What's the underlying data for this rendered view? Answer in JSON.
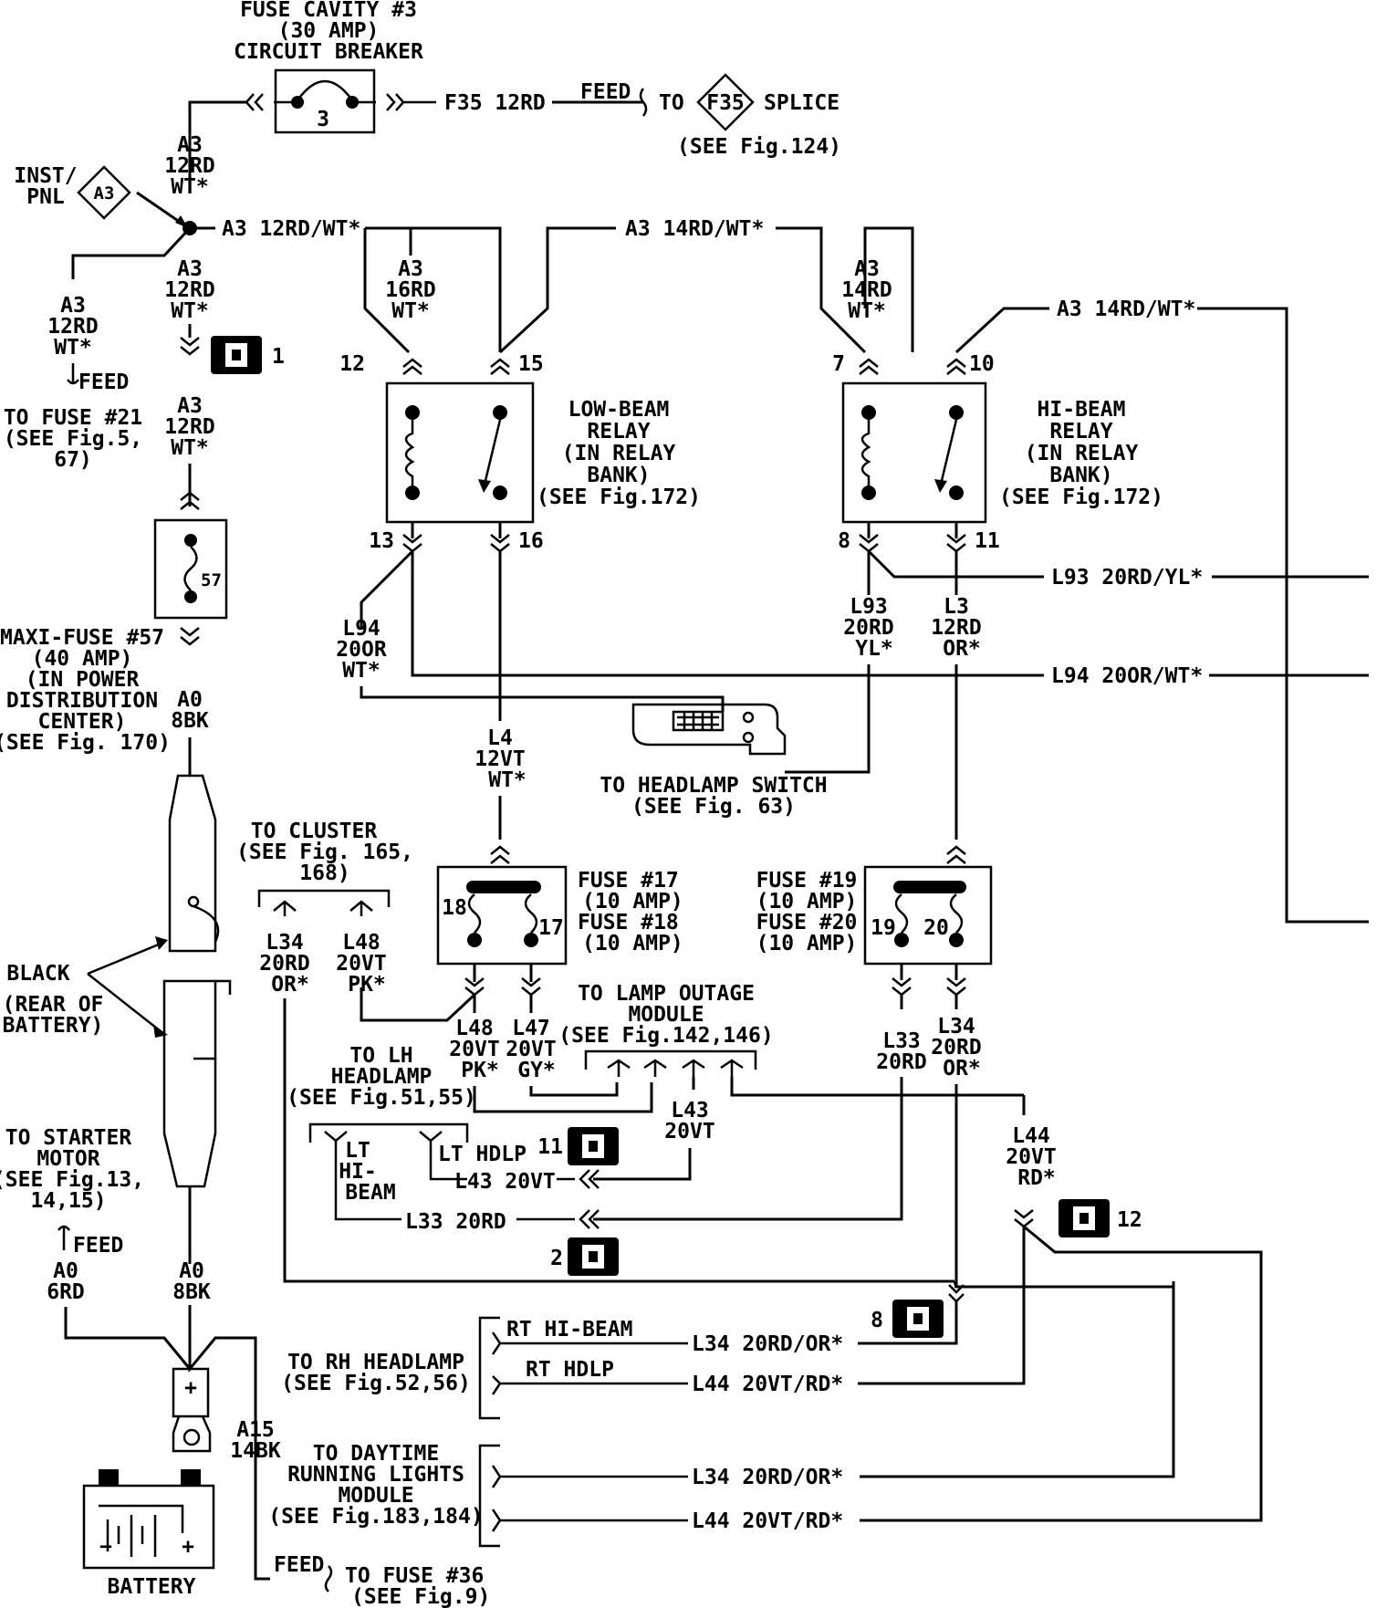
{
  "fuse_cavity": {
    "line1": "FUSE CAVITY #3",
    "line2": "(30 AMP)",
    "line3": "CIRCUIT BREAKER",
    "num": "3"
  },
  "f35_wire": "F35 12RD",
  "feed1": "FEED",
  "to_splice": {
    "to": "TO",
    "code": "F35",
    "splice": "SPLICE",
    "see": "(SEE Fig.124)"
  },
  "inst_pnl": {
    "line1": "INST/",
    "line2": "PNL",
    "code": "A3"
  },
  "a3_top": [
    "A3",
    "12RD",
    "WT*"
  ],
  "a3_mid": [
    "A3",
    "12RD",
    "WT*"
  ],
  "a3_left": [
    "A3",
    "12RD",
    "WT*"
  ],
  "a3_lower": [
    "A3",
    "12RD",
    "WT*"
  ],
  "feed_fuse21": "FEED",
  "to_fuse21": [
    "TO FUSE #21",
    "(SEE Fig.5,",
    "67)"
  ],
  "conn1": "1",
  "a3_horiz1": "A3 12RD/WT*",
  "a3_horiz2": "A3 14RD/WT*",
  "a3_horiz3": "A3 14RD/WT*",
  "a3_16rd": [
    "A3",
    "16RD",
    "WT*"
  ],
  "a3_14rd": [
    "A3",
    "14RD",
    "WT*"
  ],
  "low_relay": {
    "lines": [
      "LOW-BEAM",
      "RELAY",
      "(IN RELAY",
      "BANK)",
      "(SEE Fig.172)"
    ],
    "pins": [
      "12",
      "15",
      "13",
      "16"
    ]
  },
  "hi_relay": {
    "lines": [
      "HI-BEAM",
      "RELAY",
      "(IN RELAY",
      "BANK)",
      "(SEE Fig.172)"
    ],
    "pins": [
      "7",
      "10",
      "8",
      "11"
    ]
  },
  "maxi_fuse": {
    "num": "57",
    "lines": [
      "MAXI-FUSE #57",
      "(40 AMP)",
      "(IN POWER",
      "DISTRIBUTION",
      "CENTER)",
      "(SEE Fig. 170)"
    ]
  },
  "a0_8bk_top": [
    "A0",
    "8BK"
  ],
  "l94_left": [
    "L94",
    "20OR",
    "WT*"
  ],
  "l4": [
    "L4",
    "12VT",
    "WT*"
  ],
  "l93": [
    "L93",
    "20RD",
    "YL*"
  ],
  "l3": [
    "L3",
    "12RD",
    "OR*"
  ],
  "l93_h": "L93 20RD/YL*",
  "l94_h": "L94 20OR/WT*",
  "headlamp_switch": [
    "TO HEADLAMP SWITCH",
    "(SEE Fig. 63)"
  ],
  "to_cluster": [
    "TO CLUSTER",
    "(SEE Fig. 165,",
    "168)"
  ],
  "l34_left": [
    "L34",
    "20RD",
    "OR*"
  ],
  "l48_left": [
    "L48",
    "20VT",
    "PK*"
  ],
  "fuse17": {
    "pins": [
      "18",
      "17"
    ],
    "lines": [
      "FUSE #17",
      "(10 AMP)",
      "FUSE #18",
      "(10 AMP)"
    ]
  },
  "fuse19": {
    "pins": [
      "19",
      "20"
    ],
    "lines": [
      "FUSE #19",
      "(10 AMP)",
      "FUSE #20",
      "(10 AMP)"
    ]
  },
  "lamp_outage": [
    "TO LAMP OUTAGE",
    "MODULE",
    "(SEE Fig.142,146)"
  ],
  "l48_low": [
    "L48",
    "20VT",
    "PK*"
  ],
  "l47": [
    "L47",
    "20VT",
    "GY*"
  ],
  "l33": [
    "L33",
    "20RD"
  ],
  "l34_r": [
    "L34",
    "20RD",
    "OR*"
  ],
  "l43": [
    "L43",
    "20VT"
  ],
  "l44": [
    "L44",
    "20VT",
    "RD*"
  ],
  "to_lh": [
    "TO LH",
    "HEADLAMP",
    "(SEE Fig.51,55)"
  ],
  "lt_hibeam": [
    "LT",
    "HI-",
    "BEAM"
  ],
  "lt_hdlp": "LT HDLP",
  "l43_h": "L43 20VT",
  "l33_h": "L33 20RD",
  "conn2": "2",
  "conn8": "8",
  "conn11": "11",
  "conn12": "12",
  "black": [
    "BLACK",
    "(REAR OF",
    "BATTERY)"
  ],
  "to_starter": [
    "TO STARTER",
    "MOTOR",
    "(SEE Fig.13,",
    "14,15)"
  ],
  "feed_starter": "FEED",
  "a0_6rd": [
    "A0",
    "6RD"
  ],
  "a0_8bk_bot": [
    "A0",
    "8BK"
  ],
  "a15": [
    "A15",
    "14BK"
  ],
  "battery": "BATTERY",
  "feed_bottom": "FEED",
  "to_fuse36": [
    "TO FUSE #36",
    "(SEE Fig.9)"
  ],
  "to_rh": [
    "TO RH HEADLAMP",
    "(SEE Fig.52,56)"
  ],
  "rt_hibeam": "RT HI-BEAM",
  "rt_hdlp": "RT HDLP",
  "l34_rt": "L34 20RD/OR*",
  "l44_rt": "L44 20VT/RD*",
  "drl": [
    "TO DAYTIME",
    "RUNNING LIGHTS",
    "MODULE",
    "(SEE Fig.183,184)"
  ],
  "l34_drl": "L34 20RD/OR*",
  "l44_drl": "L44 20VT/RD*"
}
